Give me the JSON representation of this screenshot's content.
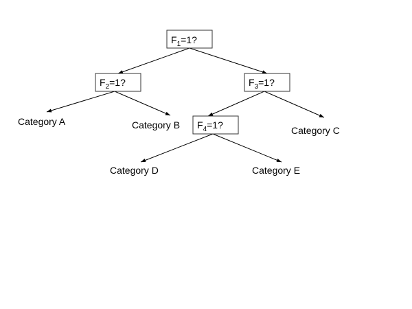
{
  "decision_nodes": [
    {
      "id": "f1",
      "var": "F",
      "index": "1",
      "condition": "=1?"
    },
    {
      "id": "f2",
      "var": "F",
      "index": "2",
      "condition": "=1?"
    },
    {
      "id": "f3",
      "var": "F",
      "index": "3",
      "condition": "=1?"
    },
    {
      "id": "f4",
      "var": "F",
      "index": "4",
      "condition": "=1?"
    }
  ],
  "leaves": [
    {
      "id": "cat-a",
      "label": "Category A"
    },
    {
      "id": "cat-b",
      "label": "Category B"
    },
    {
      "id": "cat-c",
      "label": "Category C"
    },
    {
      "id": "cat-d",
      "label": "Category D"
    },
    {
      "id": "cat-e",
      "label": "Category E"
    }
  ],
  "edges": [
    {
      "from": "f1",
      "to": "f2"
    },
    {
      "from": "f1",
      "to": "f3"
    },
    {
      "from": "f2",
      "to": "cat-a"
    },
    {
      "from": "f2",
      "to": "cat-b"
    },
    {
      "from": "f3",
      "to": "f4"
    },
    {
      "from": "f3",
      "to": "cat-c"
    },
    {
      "from": "f4",
      "to": "cat-d"
    },
    {
      "from": "f4",
      "to": "cat-e"
    }
  ]
}
